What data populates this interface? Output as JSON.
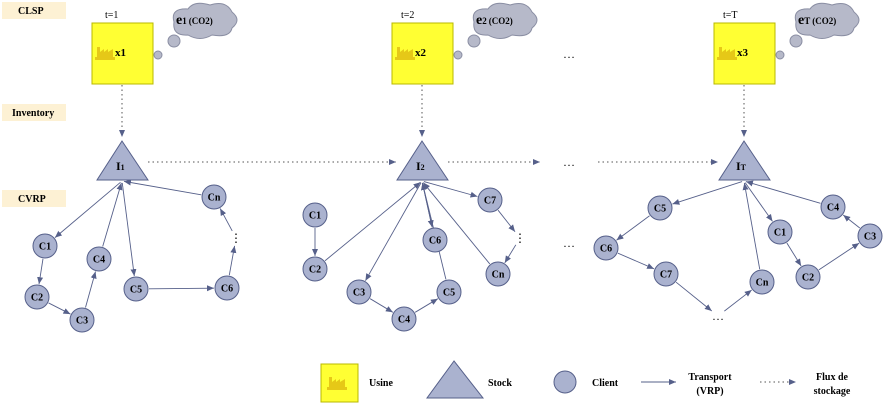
{
  "sections": {
    "clsp": "CLSP",
    "inventory": "Inventory",
    "cvrp": "CVRP"
  },
  "periods": [
    {
      "time_label": "t=1",
      "plant_label": "x1",
      "emission_main": "e",
      "emission_sub": "1",
      "emission_unit": "(CO2)",
      "stock_main": "I",
      "stock_sub": "1"
    },
    {
      "time_label": "t=2",
      "plant_label": "x2",
      "emission_main": "e",
      "emission_sub": "2",
      "emission_unit": "(CO2)",
      "stock_main": "I",
      "stock_sub": "2"
    },
    {
      "time_label": "t=T",
      "plant_label": "x3",
      "emission_main": "e",
      "emission_sub": "T",
      "emission_unit": "(CO2)",
      "stock_main": "I",
      "stock_sub": "T"
    }
  ],
  "ellipsis": "…",
  "vertical_ellipsis": "⋮",
  "clients": {
    "p1": [
      "C1",
      "C2",
      "C3",
      "C4",
      "C5",
      "C6",
      "Cn"
    ],
    "p2": [
      "C1",
      "C2",
      "C3",
      "C4",
      "C5",
      "C6",
      "C7",
      "Cn"
    ],
    "p3": [
      "C5",
      "C6",
      "C7",
      "Cn",
      "C1",
      "C2",
      "C3",
      "C4"
    ]
  },
  "legend": {
    "usine": "Usine",
    "stock": "Stock",
    "client": "Client",
    "transport_line1": "Transport",
    "transport_line2": "(VRP)",
    "flux_line1": "Flux de",
    "flux_line2": "stockage"
  },
  "colors": {
    "plant_fill": "#ffff33",
    "plant_stroke": "#b8b800",
    "factory_icon": "#e6c817",
    "node_fill": "#aab2cf",
    "node_stroke": "#56608a",
    "cloud_fill": "#b6b9c9",
    "label_band": "#fdf1d4",
    "edge": "#56608a"
  }
}
